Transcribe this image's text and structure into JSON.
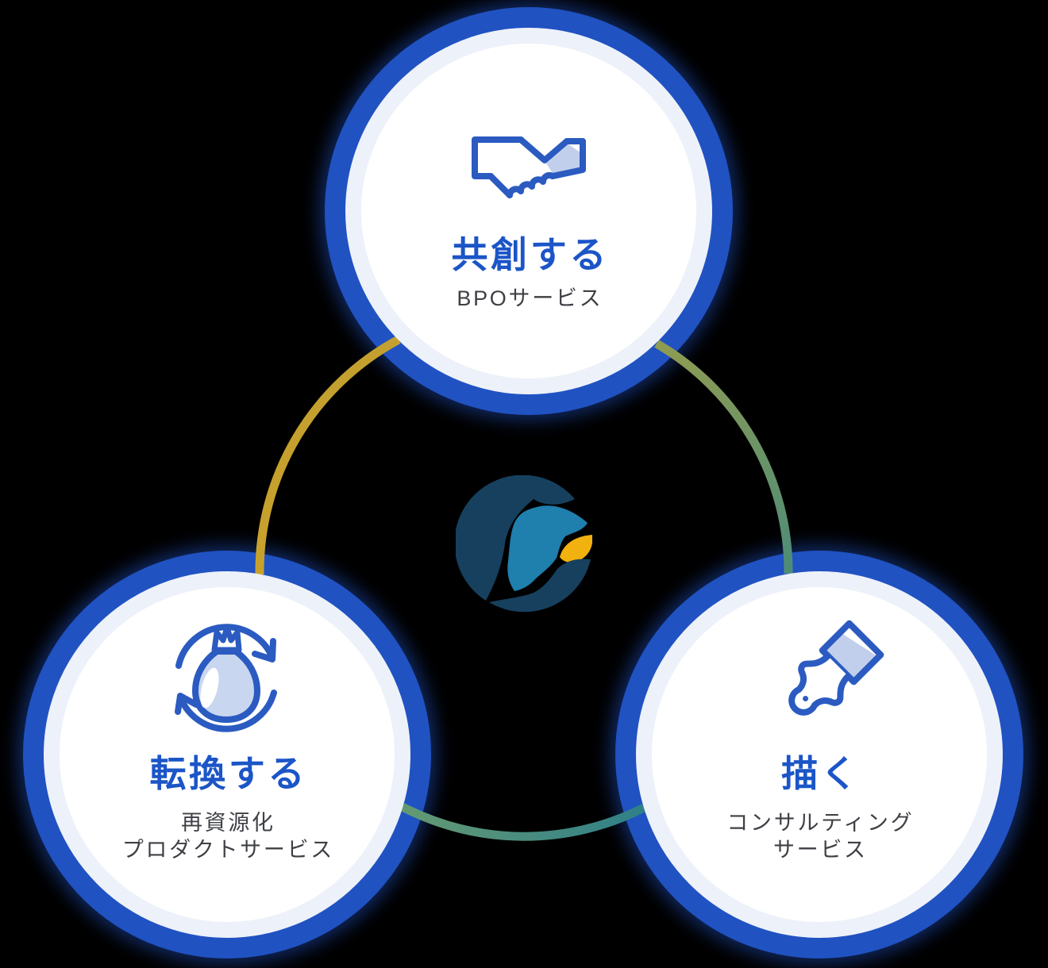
{
  "diagram": {
    "background_color": "#000000",
    "center_logo": "sphere-wave-brand-logo",
    "nodes": [
      {
        "id": "co-create",
        "icon": "handshake-icon",
        "title": "共創する",
        "subtitle_line1": "BPOサービス",
        "subtitle_line2": ""
      },
      {
        "id": "convert",
        "icon": "recycle-bag-icon",
        "title": "転換する",
        "subtitle_line1": "再資源化",
        "subtitle_line2": "プロダクトサービス"
      },
      {
        "id": "draw",
        "icon": "paintbrush-icon",
        "title": "描く",
        "subtitle_line1": "コンサルティング",
        "subtitle_line2": "サービス"
      }
    ],
    "colors": {
      "node_ring_blue": "#2052C2",
      "node_inner_ring": "#EDF1F9",
      "node_fill": "#FFFFFF",
      "title_text_blue": "#1B55C7",
      "subtitle_text_gray": "#3E4045",
      "icon_stroke_blue": "#2B5BC1",
      "icon_fill_light_blue": "#C2CFEC",
      "arc_gold": "#C7A12C",
      "arc_olive_green": "#909C51",
      "arc_teal_green": "#4D8C78",
      "arc_deep_teal": "#2F8089",
      "arc_leaf_green": "#649973",
      "logo_navy": "#16405E",
      "logo_steel_blue": "#1F7FAD",
      "logo_yellow": "#F1B10E"
    }
  }
}
